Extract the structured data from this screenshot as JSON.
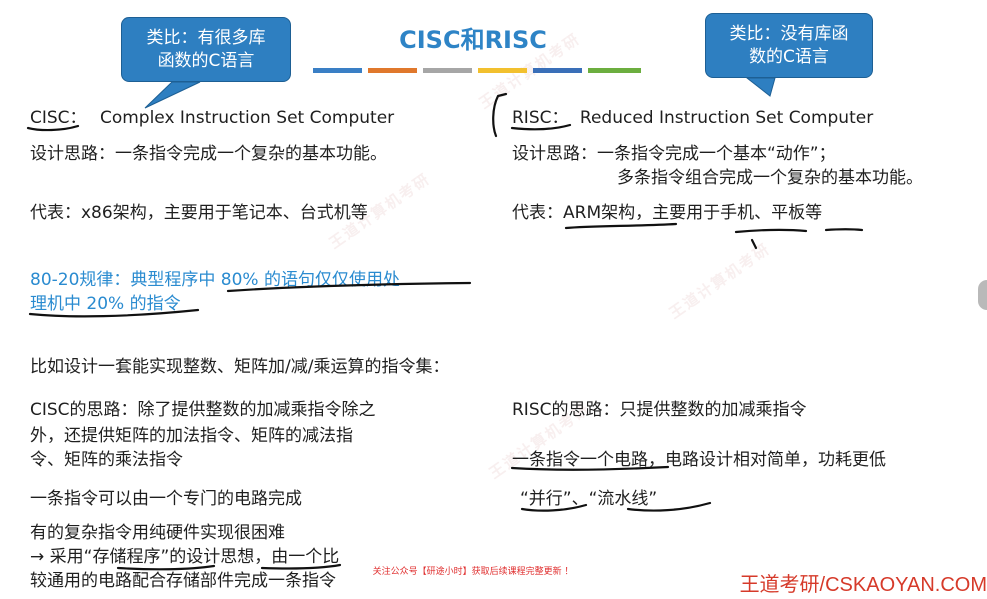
{
  "title": "CISC和RISC",
  "bubble_left": "类比：有很多库\n函数的C语言",
  "bubble_right": "类比：没有库函\n数的C语言",
  "cisc": {
    "heading_abbr": "CISC：",
    "heading_full": "Complex Instruction Set Computer",
    "idea": "设计思路：一条指令完成一个复杂的基本功能。",
    "rep": "代表：x86架构，主要用于笔记本、台式机等"
  },
  "risc": {
    "heading_abbr": "RISC：",
    "heading_full": "Reduced Instruction Set Computer",
    "idea_line1": "设计思路：一条指令完成一个基本“动作”；",
    "idea_line2": "多条指令组合完成一个复杂的基本功能。",
    "rep": "代表：ARM架构，主要用于手机、平板等"
  },
  "rule_line1": "80-20规律：典型程序中 80% 的语句仅仅使用处",
  "rule_line2": "理机中 20% 的指令",
  "example_intro": "比如设计一套能实现整数、矩阵加/减/乘运算的指令集：",
  "cisc_approach": {
    "line1": "CISC的思路：除了提供整数的加减乘指令除之",
    "line2": "外，还提供矩阵的加法指令、矩阵的减法指",
    "line3": "令、矩阵的乘法指令",
    "line4": "一条指令可以由一个专门的电路完成",
    "line5": "有的复杂指令用纯硬件实现很困难",
    "line6": "→ 采用“存储程序”的设计思想，由一个比",
    "line7": "较通用的电路配合存储部件完成一条指令"
  },
  "risc_approach": {
    "line1": "RISC的思路：只提供整数的加减乘指令",
    "line2": "一条指令一个电路，电路设计相对简单，功耗更低",
    "line3": "“并行”、“流水线”"
  },
  "footer_note": "关注公众号【研途小时】获取后续课程完整更新 ！",
  "brand": "王道考研/CSKAOYAN.COM",
  "colors": {
    "title": "#2e84c6",
    "bubble": "#2e7fc1",
    "highlight": "#2a8bd0",
    "brand": "#d63a2a",
    "bar_colors": [
      "#3a7fc5",
      "#e0782c",
      "#a6a6a6",
      "#f2c02e",
      "#3a6fb8",
      "#6cae3f"
    ]
  }
}
